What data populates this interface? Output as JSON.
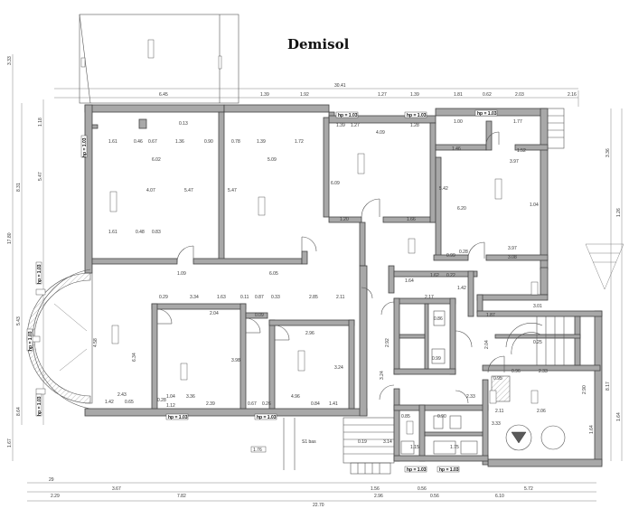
{
  "title": "Demisol",
  "level_label": "hp = 1.03",
  "level_tags": [
    {
      "id": "lvl-1",
      "text": "hp = 1.03"
    },
    {
      "id": "lvl-2",
      "text": "hp = 1.03"
    },
    {
      "id": "lvl-3",
      "text": "hp = 1.03"
    },
    {
      "id": "lvl-4",
      "text": "hp = 1.03"
    },
    {
      "id": "lvl-5",
      "text": "hp = 1.03"
    },
    {
      "id": "lvl-6",
      "text": "hp = 1.03"
    },
    {
      "id": "lvl-7",
      "text": "hp = 1.03"
    },
    {
      "id": "lvl-8",
      "text": "hp = 1.03"
    },
    {
      "id": "lvl-9",
      "text": "hp = 1.03"
    },
    {
      "id": "lvl-10",
      "text": "hp = 1.03"
    },
    {
      "id": "lvl-11",
      "text": "hp = 1.03"
    }
  ],
  "top_dims": {
    "overall": "30.41",
    "segments": [
      "6.45",
      "1.39",
      "1.92",
      "1.27",
      "1.39",
      "1.81",
      "0.62",
      "2.03",
      "2.16"
    ]
  },
  "bottom_dims": {
    "row1": [
      "29",
      "3.67",
      "1.56",
      "0.56",
      "5.72"
    ],
    "row2": [
      "2.29",
      "7.82",
      "2.96",
      "0.56",
      "6.10"
    ],
    "overall": "22.70"
  },
  "left_dims": [
    "3.33",
    "1.18",
    "5.47",
    "8.31",
    "17.80",
    "5.43",
    "8.64",
    "1.67"
  ],
  "right_dims": [
    "3.36",
    "1.26",
    "8.17",
    "1.64"
  ],
  "room_dims": [
    "1.61",
    "0.46",
    "0.67",
    "1.36",
    "0.90",
    "0.13",
    "6.02",
    "4.07",
    "5.47",
    "1.61",
    "0.48",
    "0.83",
    "0.78",
    "1.39",
    "1.72",
    "5.09",
    "5.47",
    "1.27",
    "4.09",
    "1.39",
    "1.28",
    "6.09",
    "1.20",
    "1.66",
    "1.00",
    "1.77",
    "1.46",
    "1.52",
    "3.97",
    "5.42",
    "6.20",
    "1.04",
    "3.97",
    "3.08",
    "0.99",
    "0.28",
    "6.05",
    "1.09",
    "0.29",
    "3.34",
    "1.63",
    "0.11",
    "0.87",
    "0.33",
    "2.85",
    "2.11",
    "2.04",
    "3.98",
    "0.09",
    "2.96",
    "3.24",
    "4.96",
    "0.84",
    "1.41",
    "3.36",
    "2.39",
    "0.67",
    "0.26",
    "4.58",
    "6.34",
    "1.42",
    "0.65",
    "2.43",
    "0.28",
    "1.04",
    "1.12",
    "2.92",
    "0.86",
    "2.04",
    "0.99",
    "1.64",
    "1.62",
    "2.17",
    "0.22",
    "1.42",
    "0.95",
    "2.33",
    "3.24",
    "0.85",
    "0.90",
    "1.75",
    "1.15",
    "0.19",
    "3.14",
    "2.90",
    "0.96",
    "2.33",
    "1.64",
    "2.06",
    "3.33",
    "2.11",
    "1.87",
    "3.01",
    "0.25",
    "0.55",
    "0.60"
  ],
  "callouts": [
    "1.76",
    "S1 bas"
  ]
}
